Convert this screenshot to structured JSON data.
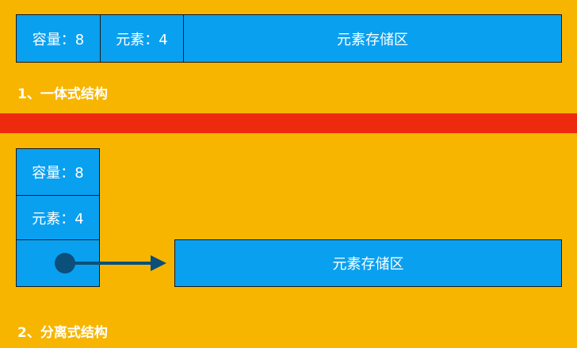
{
  "section1": {
    "capacity_label": "容量：8",
    "count_label": "元素：4",
    "storage_label": "元素存储区",
    "caption": "1、一体式结构"
  },
  "section2": {
    "capacity_label": "容量：8",
    "count_label": "元素：4",
    "storage_label": "元素存储区",
    "caption": "2、分离式结构"
  },
  "colors": {
    "background": "#F7B500",
    "box_fill": "#0AA0F0",
    "divider": "#EE2A0E",
    "pointer": "#0B4F7A"
  }
}
